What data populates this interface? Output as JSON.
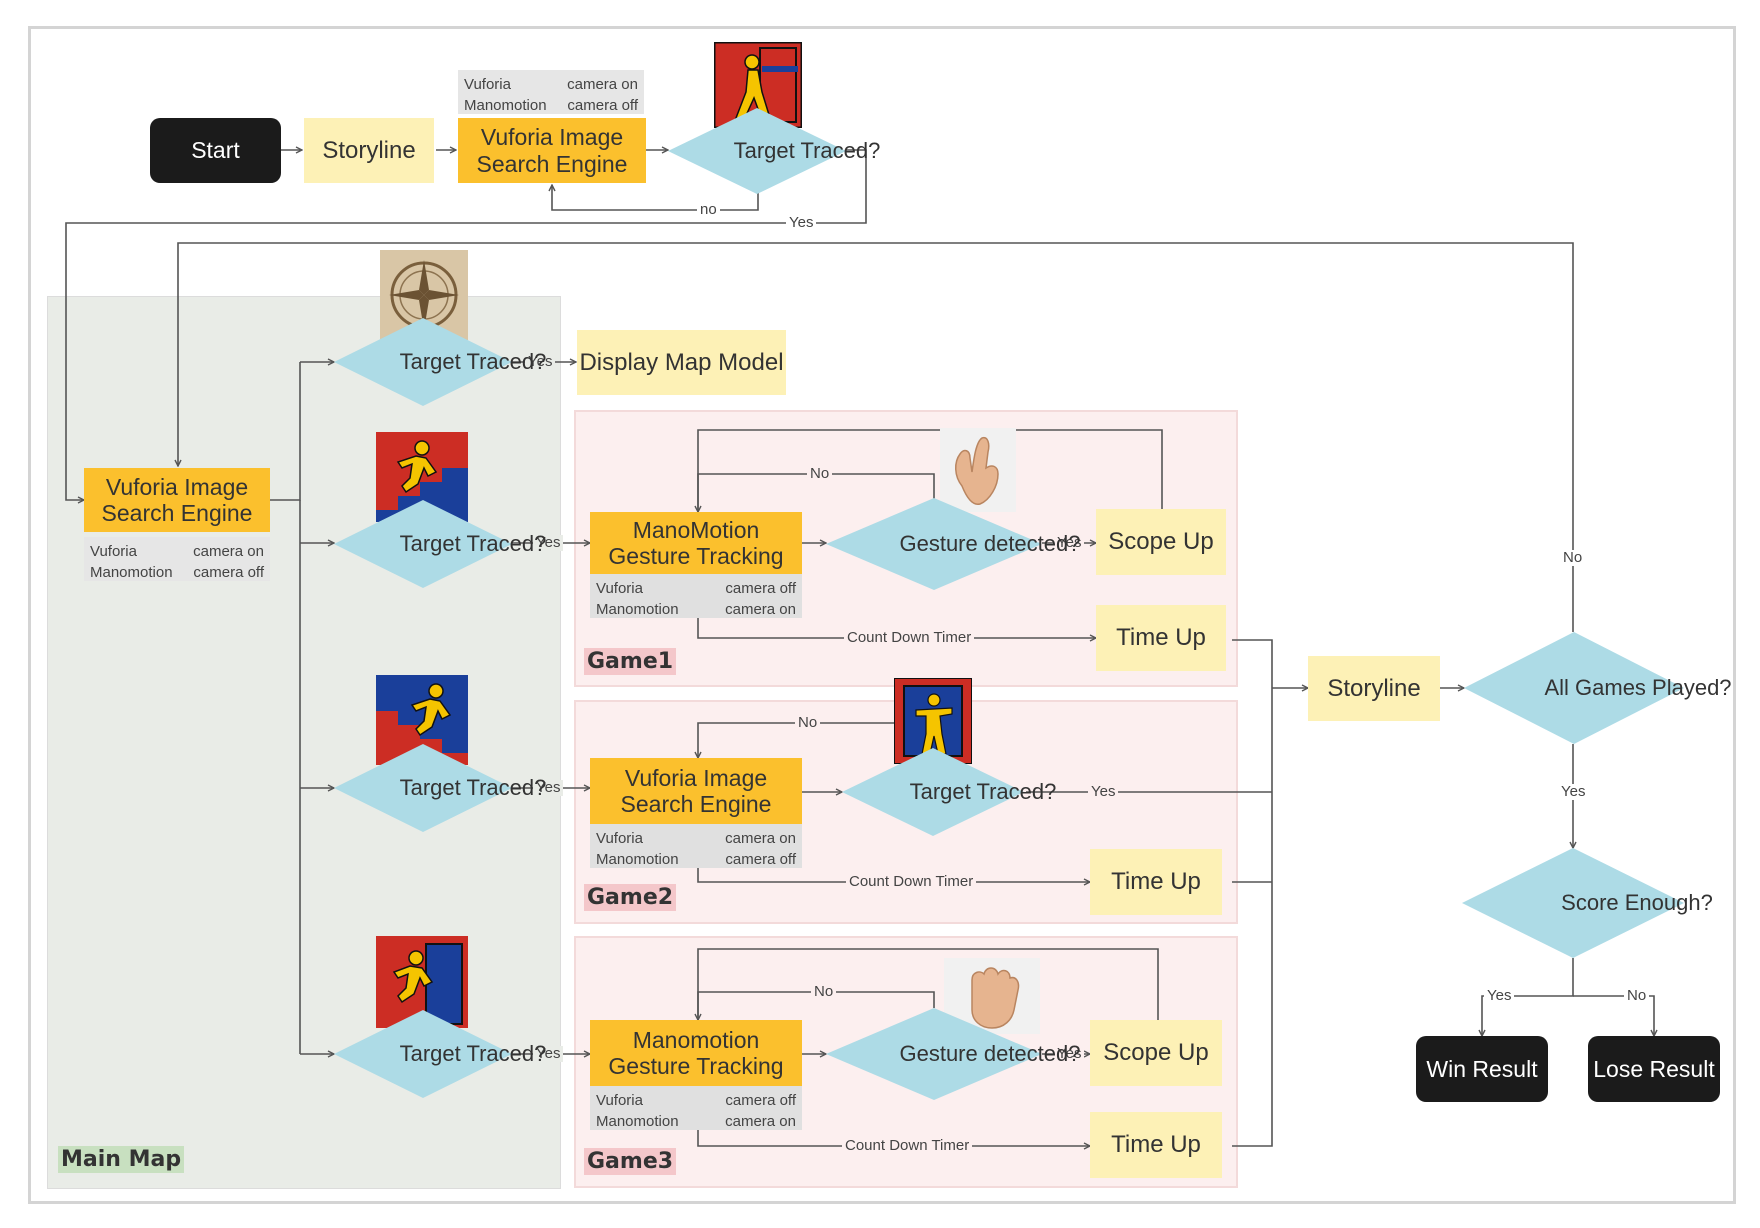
{
  "groups": {
    "main_map": "Main Map",
    "game1": "Game1",
    "game2": "Game2",
    "game3": "Game3"
  },
  "nodes": {
    "start": "Start",
    "storyline_top": "Storyline",
    "vuforia_top": "Vuforia Image Search Engine",
    "target_top": "Target Traced?",
    "vuforia_main": "Vuforia Image Search Engine",
    "target_map": "Target Traced?",
    "display_map": "Display Map Model",
    "target_g1": "Target Traced?",
    "mano_g1": "ManoMotion Gesture Tracking",
    "gesture_g1": "Gesture detected?",
    "scope_g1": "Scope Up",
    "timeup_g1": "Time Up",
    "target_g2": "Target Traced?",
    "vuforia_g2": "Vuforia Image Search Engine",
    "target_g2_inner": "Target Traced?",
    "timeup_g2": "Time Up",
    "target_g3": "Target Traced?",
    "mano_g3": "Manomotion Gesture Tracking",
    "gesture_g3": "Gesture detected?",
    "scope_g3": "Scope Up",
    "timeup_g3": "Time Up",
    "storyline_right": "Storyline",
    "all_games": "All Games Played?",
    "score": "Score Enough?",
    "win": "Win Result",
    "lose": "Lose Result"
  },
  "notes": {
    "vuf_on": {
      "left1": "Vuforia",
      "right1": "camera on",
      "left2": "Manomotion",
      "right2": "camera off"
    },
    "vuf_off": {
      "left1": "Vuforia",
      "right1": "camera off",
      "left2": "Manomotion",
      "right2": "camera on"
    }
  },
  "edge_labels": {
    "yes": "Yes",
    "no_lower": "no",
    "no": "No",
    "countdown": "Count Down Timer"
  },
  "icons": {
    "top": "running-man-door-icon",
    "map": "compass-rose-icon",
    "g1": "running-stairs-up-icon",
    "g1_hand": "pinch-hand-icon",
    "g2": "running-stairs-down-icon",
    "g2_inner": "man-exiting-door-icon",
    "g3": "running-man-door-icon",
    "g3_hand": "fist-hand-icon"
  },
  "colors": {
    "start_end": "#1b1b1b",
    "storyline": "#fdf1b6",
    "engine": "#fbc02d",
    "decision": "#addbe6",
    "main_map_bg": "#e9ece7",
    "game_bg": "#fcefef",
    "game_tag": "#f4c7ca",
    "map_tag": "#c8e0c0"
  }
}
